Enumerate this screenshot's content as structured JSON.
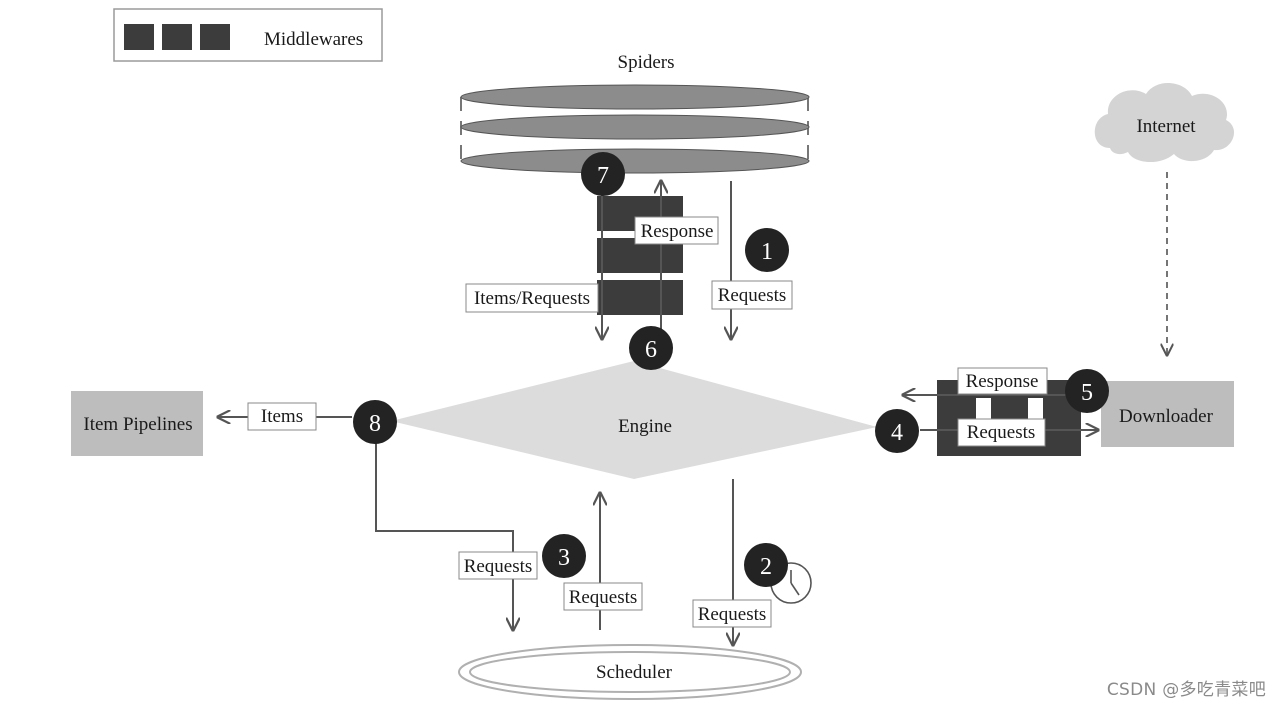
{
  "legend": {
    "label": "Middlewares"
  },
  "nodes": {
    "spiders": "Spiders",
    "internet": "Internet",
    "engine": "Engine",
    "downloader": "Downloader",
    "item_pipelines": "Item Pipelines",
    "scheduler": "Scheduler"
  },
  "edge_labels": {
    "response_spider": "Response",
    "items_requests": "Items/Requests",
    "requests_spider": "Requests",
    "response_downloader": "Response",
    "requests_downloader": "Requests",
    "items": "Items",
    "requests_step3": "Requests",
    "requests_to_engine": "Requests",
    "requests_step2": "Requests"
  },
  "steps": [
    "1",
    "2",
    "3",
    "4",
    "5",
    "6",
    "7",
    "8"
  ],
  "colors": {
    "node_gray": "#bdbdbd",
    "engine_fill": "#dcdcdc",
    "middleware": "#3c3c3c",
    "step_circle": "#232323",
    "spider_disc": "#8c8c8c",
    "cloud": "#d4d4d4"
  },
  "watermark": "CSDN @多吃青菜吧"
}
